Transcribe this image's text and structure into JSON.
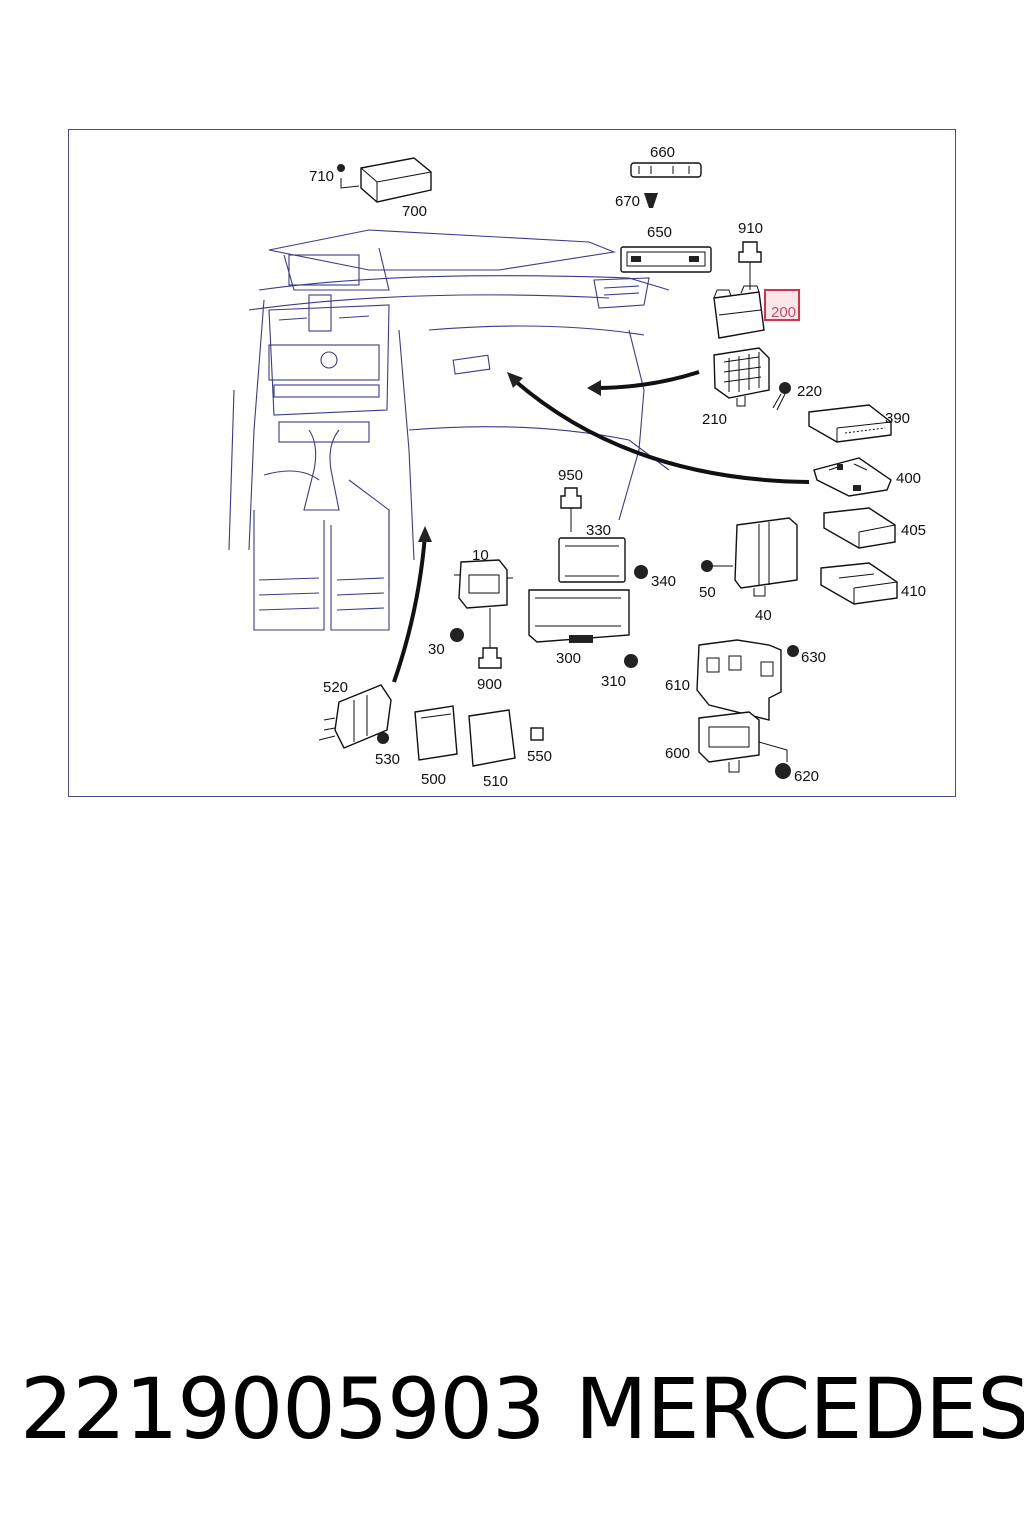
{
  "diagram": {
    "highlighted_callout": "200",
    "callouts": {
      "c10": "10",
      "c30": "30",
      "c40": "40",
      "c50": "50",
      "c200": "200",
      "c210": "210",
      "c220": "220",
      "c300": "300",
      "c310": "310",
      "c330": "330",
      "c340": "340",
      "c390": "390",
      "c400": "400",
      "c405": "405",
      "c410": "410",
      "c500": "500",
      "c510": "510",
      "c520": "520",
      "c530": "530",
      "c550": "550",
      "c600": "600",
      "c610": "610",
      "c620": "620",
      "c630": "630",
      "c650": "650",
      "c660": "660",
      "c670": "670",
      "c700": "700",
      "c710": "710",
      "c900": "900",
      "c910": "910",
      "c950": "950"
    },
    "colors": {
      "highlight": "#d4324a",
      "car_outline": "#3b3b8a",
      "frame": "#4a4a8a"
    }
  },
  "footer": {
    "part_number": "2219005903",
    "brand": "MERCEDES"
  }
}
